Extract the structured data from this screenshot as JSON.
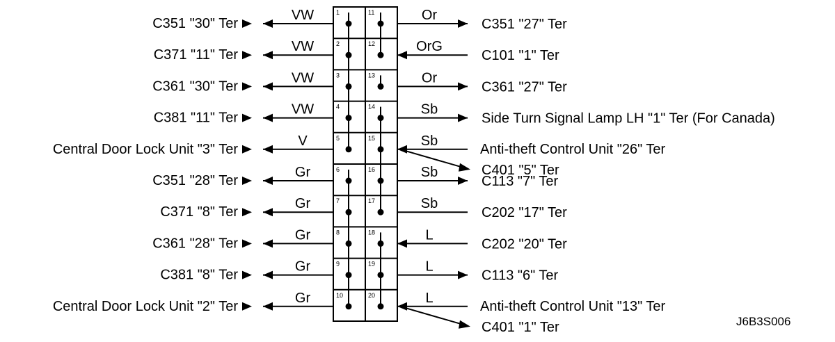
{
  "connector": {
    "left_pins": [
      {
        "pin": "1",
        "wire": "VW",
        "label": "C351  \"30\" Ter",
        "arrow": "out",
        "jumper_down": true
      },
      {
        "pin": "2",
        "wire": "VW",
        "label": "C371  \"11\" Ter",
        "arrow": "out",
        "jumper_down": false
      },
      {
        "pin": "3",
        "wire": "VW",
        "label": "C361  \"30\" Ter",
        "arrow": "out",
        "jumper_down": false
      },
      {
        "pin": "4",
        "wire": "VW",
        "label": "C381  \"11\" Ter",
        "arrow": "out",
        "jumper_down": false
      },
      {
        "pin": "5",
        "wire": "V",
        "label": "Central Door Lock Unit   \"3\" Ter",
        "arrow": "out",
        "jumper_down": false
      },
      {
        "pin": "6",
        "wire": "Gr",
        "label": "C351  \"28\" Ter",
        "arrow": "out",
        "jumper_down": true
      },
      {
        "pin": "7",
        "wire": "Gr",
        "label": "C371  \"8\" Ter",
        "arrow": "out",
        "jumper_down": false
      },
      {
        "pin": "8",
        "wire": "Gr",
        "label": "C361  \"28\" Ter",
        "arrow": "out",
        "jumper_down": false
      },
      {
        "pin": "9",
        "wire": "Gr",
        "label": "C381  \"8\" Ter",
        "arrow": "out",
        "jumper_down": false
      },
      {
        "pin": "10",
        "wire": "Gr",
        "label": "Central Door Lock Unit  \"2\" Ter",
        "arrow": "out",
        "jumper_down": false
      }
    ],
    "right_pins": [
      {
        "pin": "11",
        "wire": "Or",
        "labels": [
          "C351  \"27\" Ter"
        ],
        "arrow": "out",
        "jumper_down": true
      },
      {
        "pin": "12",
        "wire": "OrG",
        "labels": [
          "C101  \"1\" Ter"
        ],
        "arrow": "in",
        "jumper_down": false
      },
      {
        "pin": "13",
        "wire": "Or",
        "labels": [
          "C361  \"27\" Ter"
        ],
        "arrow": "out",
        "jumper_down": false
      },
      {
        "pin": "14",
        "wire": "Sb",
        "labels": [
          "Side Turn Signal Lamp LH \"1\" Ter (For Canada)"
        ],
        "arrow": "out",
        "jumper_down": true
      },
      {
        "pin": "15",
        "wire": "Sb",
        "labels": [
          "Anti-theft Control Unit  \"26\" Ter",
          "C401  \"5\" Ter"
        ],
        "arrow": "in_branch",
        "jumper_down": true
      },
      {
        "pin": "16",
        "wire": "Sb",
        "labels": [
          "C113  \"7\" Ter"
        ],
        "arrow": "out",
        "jumper_down": true
      },
      {
        "pin": "17",
        "wire": "Sb",
        "labels": [
          "C202  \"17\" Ter"
        ],
        "arrow": "none",
        "jumper_down": false
      },
      {
        "pin": "18",
        "wire": "L",
        "labels": [
          "C202  \"20\" Ter"
        ],
        "arrow": "in",
        "jumper_down": true
      },
      {
        "pin": "19",
        "wire": "L",
        "labels": [
          "C113  \"6\" Ter"
        ],
        "arrow": "out",
        "jumper_down": true
      },
      {
        "pin": "20",
        "wire": "L",
        "labels": [
          "Anti-theft Control Unit  \"13\" Ter",
          "C401  \"1\" Ter"
        ],
        "arrow": "in_branch",
        "jumper_down": false
      }
    ]
  },
  "figure_code": "J6B3S006",
  "colors": {
    "ink": "#000000",
    "background": "#ffffff"
  }
}
